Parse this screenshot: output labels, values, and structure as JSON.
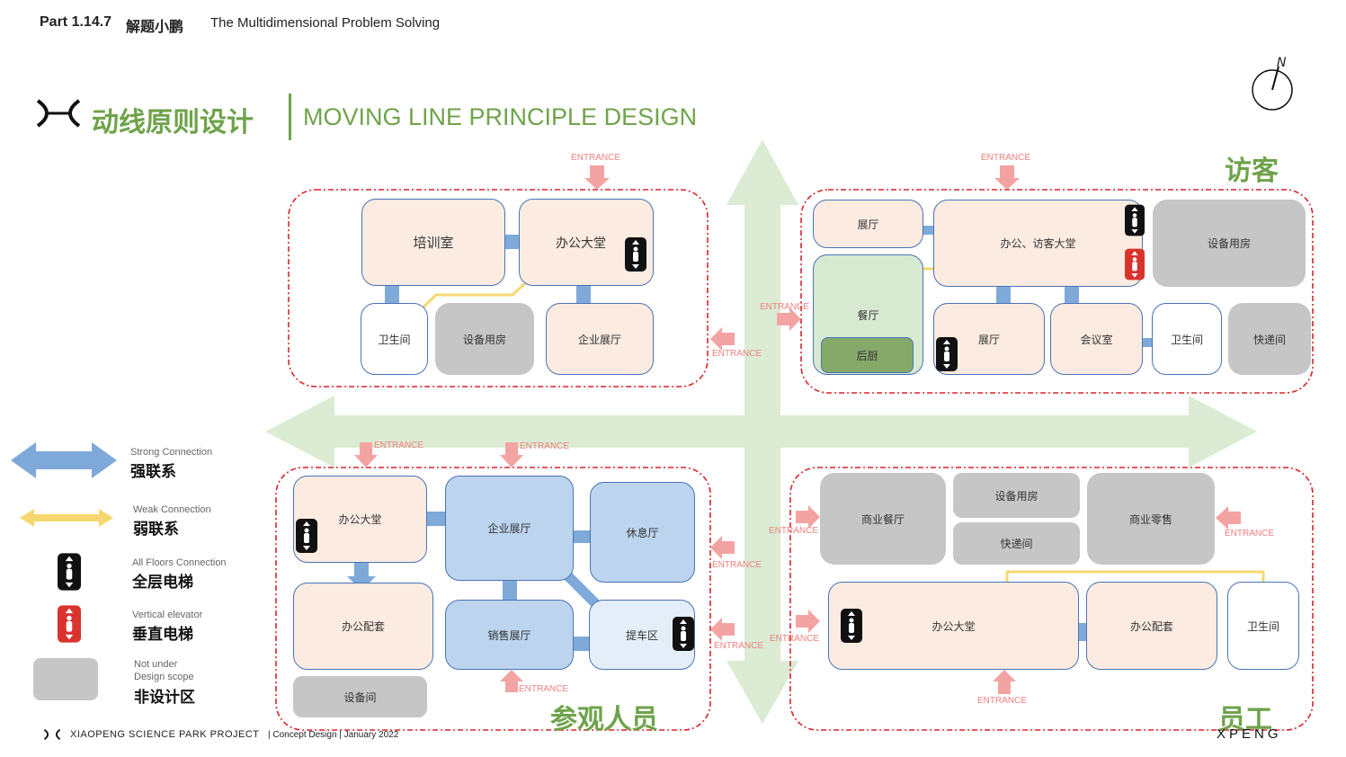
{
  "header": {
    "part": "Part 1.14.7",
    "cn": "解题小鹏",
    "en": "The Multidimensional Problem Solving"
  },
  "title": {
    "cn": "动线原则设计",
    "en": "MOVING LINE PRINCIPLE DESIGN"
  },
  "compass": {
    "label": "N"
  },
  "zones": {
    "visitor": "访客",
    "tourist": "参观人员",
    "staff": "员工"
  },
  "entrance": "ENTRANCE",
  "rooms": {
    "tl": {
      "training": "培训室",
      "office_hall": "办公大堂",
      "toilet": "卫生间",
      "equipment": "设备用房",
      "showroom": "企业展厅"
    },
    "tr": {
      "exhibit": "展厅",
      "office_visitor_hall": "办公、访客大堂",
      "equipment": "设备用房",
      "dining": "餐厅",
      "kitchen": "后厨",
      "lobby": "展厅",
      "meeting": "会议室",
      "toilet": "卫生间",
      "express": "快递间"
    },
    "bl": {
      "office_hall": "办公大堂",
      "showroom": "企业展厅",
      "lounge": "休息厅",
      "support": "办公配套",
      "sales": "销售展厅",
      "delivery": "提车区",
      "equipment": "设备间"
    },
    "br": {
      "restaurant": "商业餐厅",
      "equipment": "设备用房",
      "retail": "商业零售",
      "express": "快递间",
      "office_hall": "办公大堂",
      "support": "办公配套",
      "toilet": "卫生间"
    }
  },
  "legend": {
    "strong_en": "Strong Connection",
    "strong_cn": "强联系",
    "weak_en": "Weak Connection",
    "weak_cn": "弱联系",
    "all_en": "All Floors Connection",
    "all_cn": "全层电梯",
    "vert_en": "Vertical elevator",
    "vert_cn": "垂直电梯",
    "scope_en1": "Not under",
    "scope_en2": "Design scope",
    "scope_cn": "非设计区"
  },
  "footer": {
    "project": "XIAOPENG SCIENCE PARK PROJECT",
    "detail": "| Concept Design | January 2022",
    "brand": "XPENG"
  },
  "colors": {
    "strong": "#7ea9d9",
    "weak": "#f7d870",
    "cross": "#dcebd4",
    "dashed": "#d9232a",
    "entrance_arrow": "#f4a3a3",
    "title_green": "#6fa34b",
    "elevator_red": "#d9332e"
  }
}
